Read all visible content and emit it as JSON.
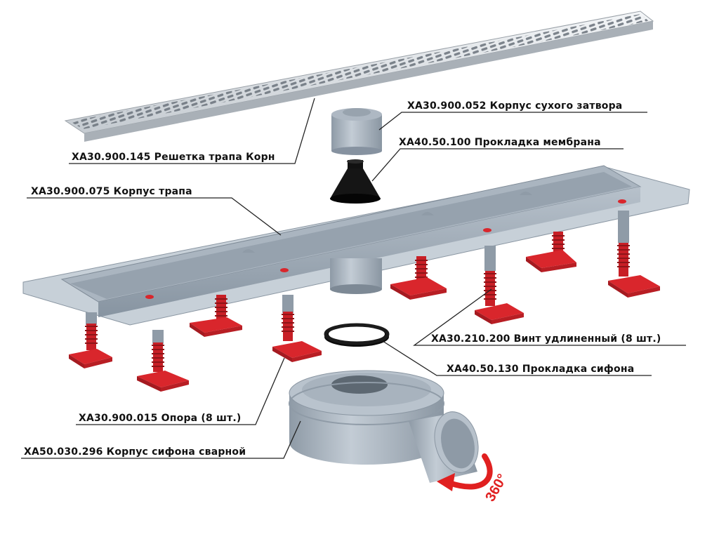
{
  "diagram": {
    "labels": {
      "grate": "XA30.900.145 Решетка трапа Корн",
      "dry_seal_body": "XA30.900.052 Корпус сухого затвора",
      "membrane_gasket": "XA40.50.100 Прокладка мембрана",
      "drain_body": "XA30.900.075 Корпус трапа",
      "long_screw": "XA30.210.200 Винт удлиненный (8 шт.)",
      "siphon_gasket": "XA40.50.130 Прокладка сифона",
      "support": "XA30.900.015 Опора (8 шт.)",
      "siphon_body": "XA50.030.296 Корпус сифона сварной"
    },
    "rotation_label": "360°",
    "colors": {
      "grate_metal": "#dfe3e7",
      "body_grey": "#9aa6b2",
      "support_red": "#d9262c",
      "gasket_black": "#111111",
      "arrow_red": "#e02020"
    }
  }
}
